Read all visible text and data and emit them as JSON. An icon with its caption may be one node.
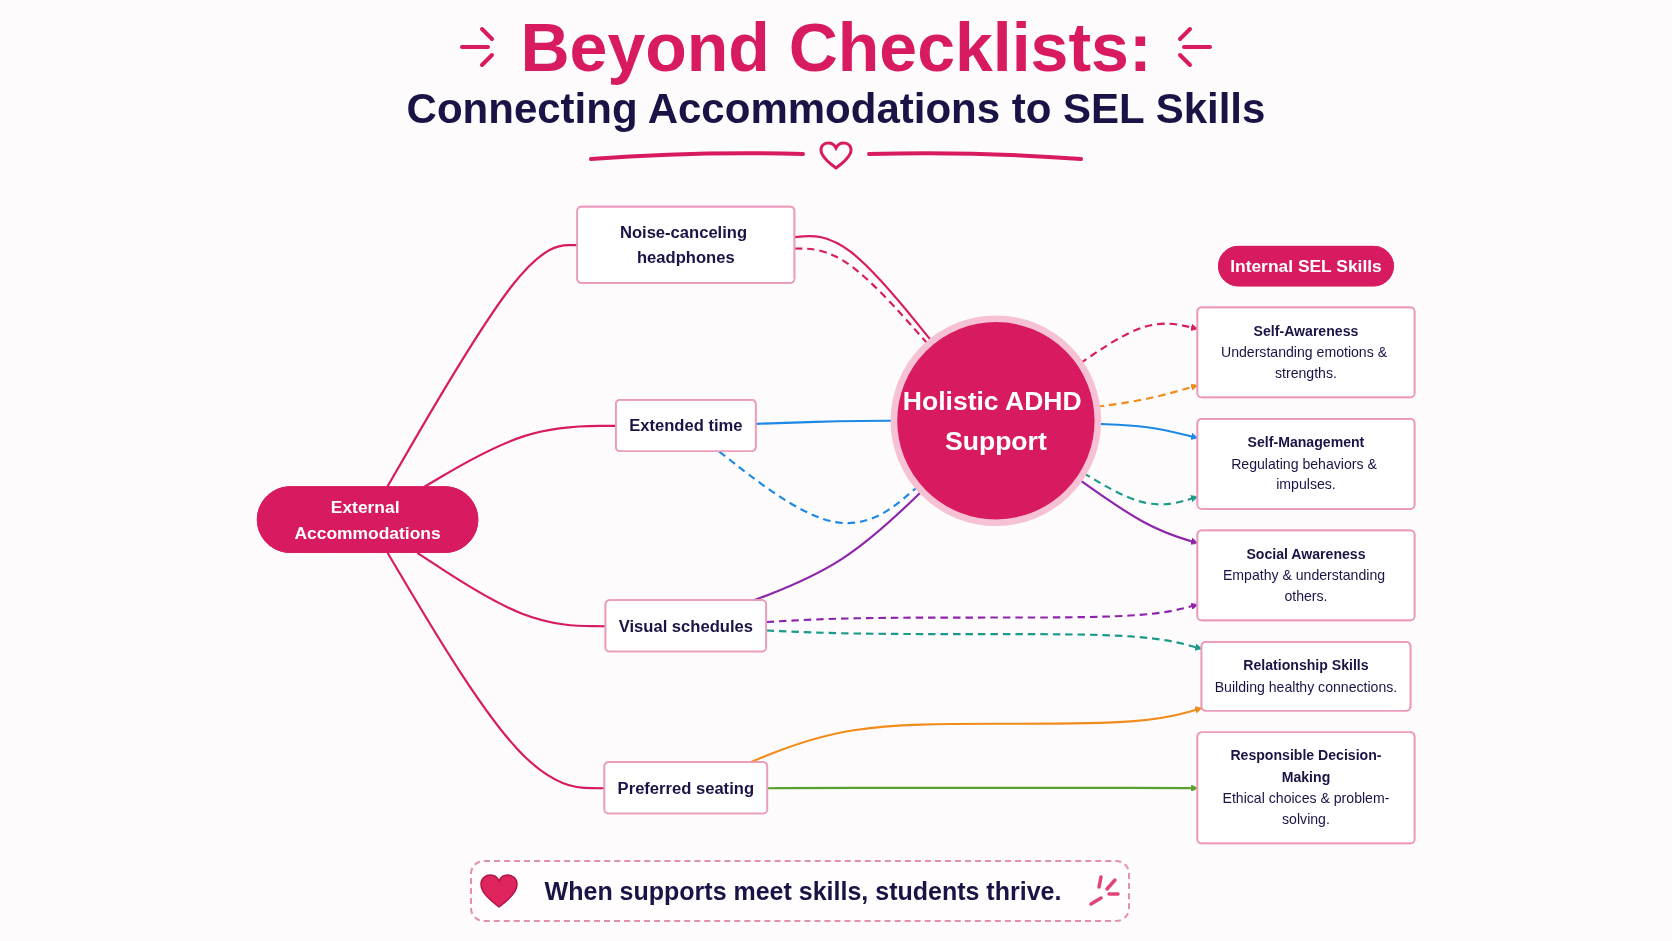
{
  "diagram": {
    "title": "Beyond Checklists:",
    "nodes": [
      {
        "text": [
          "External Accommodations"
        ]
      },
      {
        "text": [
          "Noise-canceling headphones"
        ]
      },
      {
        "text": [
          "Extended time"
        ]
      },
      {
        "text": [
          "Visual schedules"
        ]
      },
      {
        "text": [
          "Preferred seating"
        ]
      },
      {
        "text": [
          "Holistic ADHD Support"
        ]
      },
      {
        "text": [
          "Internal SEL Skills"
        ]
      },
      {
        "text": [
          "Self-Awareness",
          "Understanding emotions & strengths."
        ]
      },
      {
        "text": [
          "Self-Management",
          "Regulating behaviors & impulses."
        ]
      },
      {
        "text": [
          "Social Awareness",
          "Empathy & understanding others."
        ]
      },
      {
        "text": [
          "Relationship Skills",
          "Building healthy connections."
        ]
      },
      {
        "text": [
          "Responsible Decision-Making",
          "Ethical choices & problem-solving."
        ]
      }
    ],
    "edges": [
      {
        "from": 0,
        "to": 1,
        "arrow": "none",
        "color": "#d81b60"
      },
      {
        "from": 0,
        "to": 2,
        "arrow": "none",
        "color": "#d81b60"
      },
      {
        "from": 0,
        "to": 3,
        "arrow": "none",
        "color": "#d81b60"
      },
      {
        "from": 0,
        "to": 4,
        "arrow": "none",
        "color": "#d81b60"
      },
      {
        "from": 1,
        "to": 5,
        "arrow": "none",
        "color": "#d81b60"
      },
      {
        "from": 1,
        "to": 5,
        "arrow": "none",
        "style": "dashed",
        "color": "#d81b60"
      },
      {
        "from": 2,
        "to": 5,
        "arrow": "none",
        "color": "#1e88e5"
      },
      {
        "from": 2,
        "to": 5,
        "arrow": "none",
        "style": "dashed",
        "color": "#1e88e5"
      },
      {
        "from": 3,
        "to": 5,
        "arrow": "none",
        "color": "#8e24aa"
      },
      {
        "from": 3,
        "to": 9,
        "arrow": "to",
        "style": "dashed",
        "color": "#8e24aa"
      },
      {
        "from": 3,
        "to": 10,
        "arrow": "to",
        "style": "dashed",
        "color": "#1a9a8a"
      },
      {
        "from": 4,
        "to": 10,
        "arrow": "to",
        "color": "#f08c1a"
      },
      {
        "from": 4,
        "to": 11,
        "arrow": "to",
        "color": "#5aa02c"
      },
      {
        "from": 5,
        "to": 7,
        "arrow": "to",
        "style": "dashed",
        "color": "#d81b60"
      },
      {
        "from": 5,
        "to": 7,
        "arrow": "to",
        "style": "dashed",
        "color": "#f08c1a"
      },
      {
        "from": 5,
        "to": 8,
        "arrow": "to",
        "color": "#1e88e5"
      },
      {
        "from": 5,
        "to": 8,
        "arrow": "to",
        "style": "dashed",
        "color": "#1a9a8a"
      },
      {
        "from": 5,
        "to": 9,
        "arrow": "to",
        "color": "#8e24aa"
      }
    ],
    "labels": [
      "Connecting Accommodations to SEL Skills"
    ],
    "caption": "When supports meet skills, students thrive."
  }
}
